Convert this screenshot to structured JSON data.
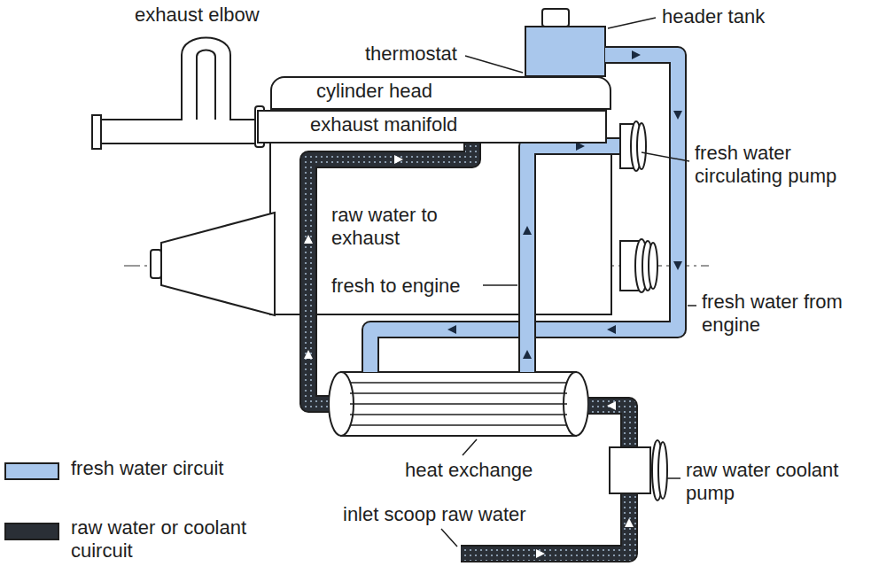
{
  "diagram": {
    "nodes": [
      {
        "text": [
          "cylinder head"
        ]
      },
      {
        "text": [
          "exhaust manifold"
        ]
      }
    ],
    "labels": [
      "exhaust elbow",
      "thermostat",
      "header tank",
      "fresh water circulating pump",
      "raw water to exhaust",
      "fresh to engine",
      "fresh water from engine",
      "heat exchange",
      "raw water coolant pump",
      "inlet scoop raw water"
    ],
    "legend": [
      {
        "text": "fresh water circuit",
        "color": "#a9c7ec"
      },
      {
        "text": "raw water or coolant cuircuit",
        "color": "#2a2f36"
      }
    ]
  }
}
